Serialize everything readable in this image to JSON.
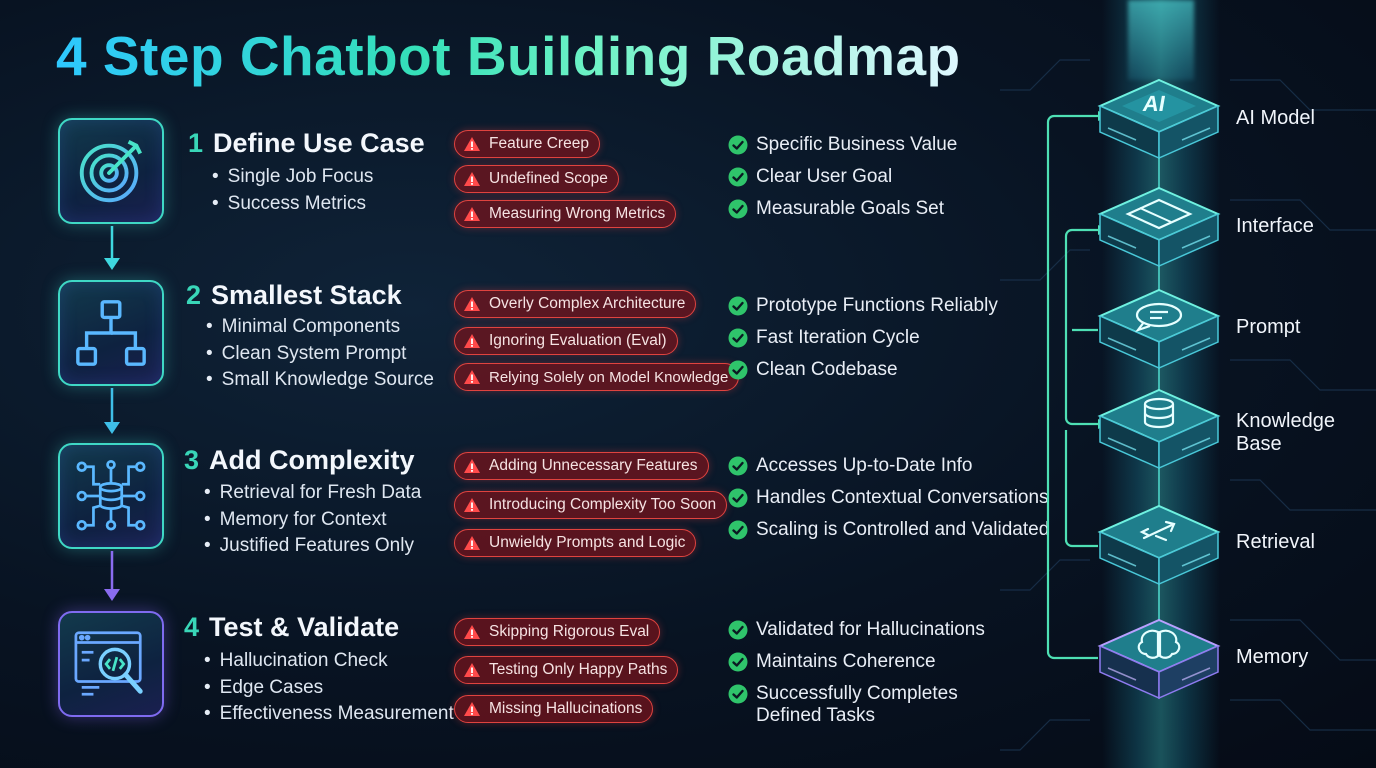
{
  "title": "4 Step Chatbot Building Roadmap",
  "steps": [
    {
      "number": "1",
      "title": "Define Use Case",
      "icon": "target-icon",
      "bullets": [
        "Single Job Focus",
        "Success Metrics"
      ],
      "pitfalls": [
        "Feature Creep",
        "Undefined Scope",
        "Measuring Wrong Metrics"
      ],
      "outcomes": [
        "Specific Business Value",
        "Clear User Goal",
        "Measurable Goals Set"
      ]
    },
    {
      "number": "2",
      "title": "Smallest Stack",
      "icon": "hierarchy-icon",
      "bullets": [
        "Minimal Components",
        "Clean System Prompt",
        "Small Knowledge Source"
      ],
      "pitfalls": [
        "Overly Complex Architecture",
        "Ignoring Evaluation (Eval)",
        "Relying Solely on Model Knowledge"
      ],
      "outcomes": [
        "Prototype Functions Reliably",
        "Fast Iteration Cycle",
        "Clean Codebase"
      ]
    },
    {
      "number": "3",
      "title": "Add Complexity",
      "icon": "database-network-icon",
      "bullets": [
        "Retrieval for Fresh Data",
        "Memory for Context",
        "Justified Features Only"
      ],
      "pitfalls": [
        "Adding Unnecessary Features",
        "Introducing Complexity Too Soon",
        "Unwieldy Prompts and Logic"
      ],
      "outcomes": [
        "Accesses Up-to-Date Info",
        "Handles Contextual Conversations",
        "Scaling is Controlled and Validated"
      ]
    },
    {
      "number": "4",
      "title": "Test & Validate",
      "icon": "code-magnifier-icon",
      "bullets": [
        "Hallucination Check",
        "Edge Cases",
        "Effectiveness Measurement"
      ],
      "pitfalls": [
        "Skipping Rigorous Eval",
        "Testing Only Happy Paths",
        "Missing Hallucinations"
      ],
      "outcomes": [
        "Validated for Hallucinations",
        "Maintains Coherence",
        "Successfully Completes\nDefined Tasks"
      ]
    }
  ],
  "stack": [
    {
      "label": "AI Model",
      "icon": "ai-chip-icon",
      "chip_text": "AI"
    },
    {
      "label": "Interface",
      "icon": "browser-window-icon"
    },
    {
      "label": "Prompt",
      "icon": "chat-bubble-icon"
    },
    {
      "label": "Knowledge\nBase",
      "icon": "database-icon"
    },
    {
      "label": "Retrieval",
      "icon": "retrieval-arrows-icon"
    },
    {
      "label": "Memory",
      "icon": "brain-icon"
    }
  ],
  "colors": {
    "accent_teal": "#39d6b8",
    "pitfall_red": "#e0433f",
    "outcome_green": "#2fc46b",
    "background": "#081322"
  }
}
